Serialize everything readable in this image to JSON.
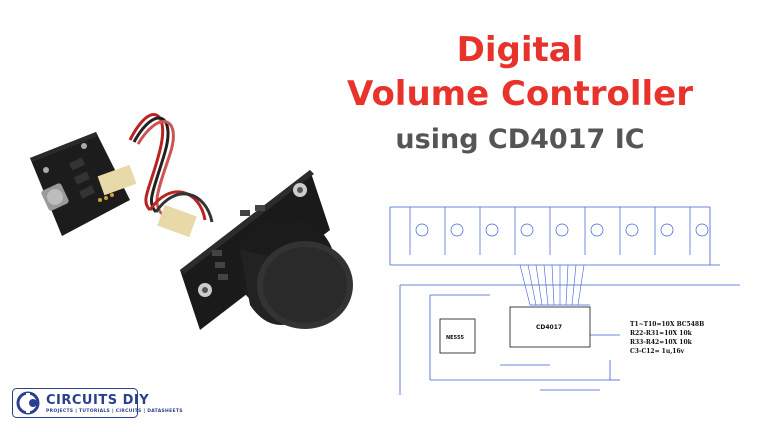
{
  "title": {
    "line1": "Digital",
    "line2": "Volume Controller",
    "line3": "using CD4017 IC"
  },
  "logo": {
    "brand": "CIRCUITS DIY",
    "tagline": "PROJECTS | TUTORIALS | CIRCUITS | DATASHEETS"
  },
  "schematic": {
    "ic_main": "CD4017",
    "ic_timer": "NE555",
    "parts": [
      "T1~T10=10X BC548B",
      "R22-R31=10X 10k",
      "R33-R42=10X 10k",
      "C3-C12= 1u,16v"
    ]
  },
  "colors": {
    "title_red": "#e8322c",
    "title_gray": "#555555",
    "logo_blue": "#2a3f8f",
    "schematic_blue": "#3d5ed6"
  }
}
